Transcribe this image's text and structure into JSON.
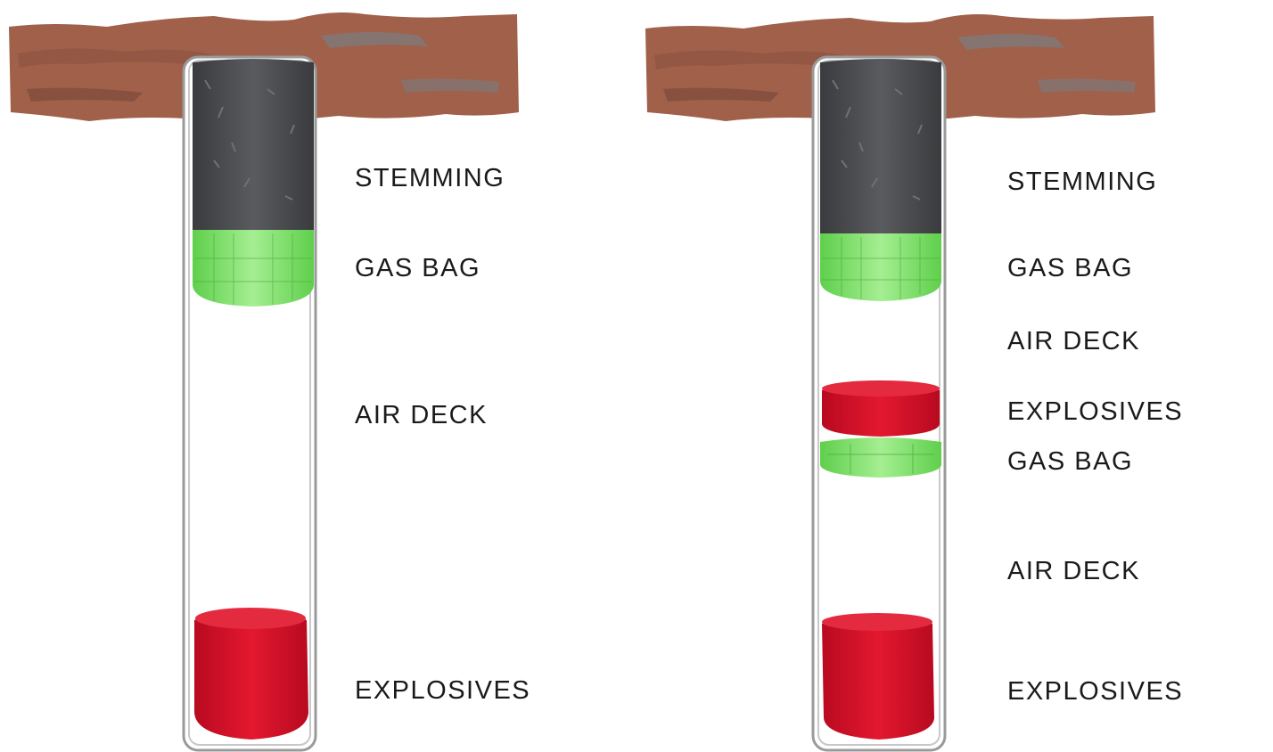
{
  "left_column": {
    "labels": {
      "stemming": "STEMMING",
      "gas_bag": "GAS BAG",
      "air_deck": "AIR DECK",
      "explosives": "EXPLOSIVES"
    }
  },
  "right_column": {
    "labels": {
      "stemming": "STEMMING",
      "gas_bag_top": "GAS BAG",
      "air_deck_top": "AIR DECK",
      "explosives_top": "EXPLOSIVES",
      "gas_bag_mid": "GAS BAG",
      "air_deck_bottom": "AIR DECK",
      "explosives_bottom": "EXPLOSIVES"
    }
  },
  "colors": {
    "rock": "#a0604a",
    "rock_dark": "#7d4a3a",
    "rock_grey": "#7a7d82",
    "stemming": "#4a4b4e",
    "gas_bag": "#79dc66",
    "explosives": "#d4112a",
    "borehole_outline": "#9a9a9a"
  }
}
